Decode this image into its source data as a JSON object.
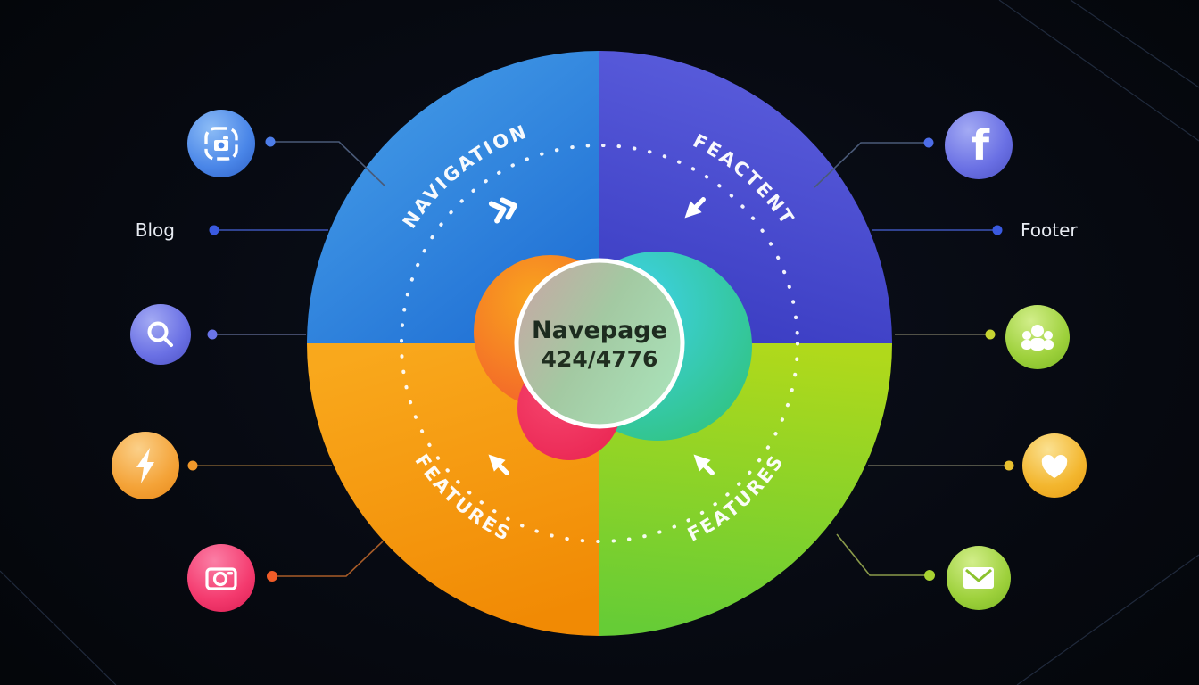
{
  "background": {
    "base_color": "#070a12"
  },
  "center": {
    "title": "Navepage",
    "subtitle": "424/4776",
    "ring_color": "#ffffff"
  },
  "wheel": {
    "quadrants": [
      {
        "id": "top-left",
        "label": "NAVIGATION",
        "color": "#2b7de0",
        "arrow": "double-chevron-right"
      },
      {
        "id": "top-right",
        "label": "FEACTENT",
        "color": "#4345c8",
        "arrow": "arrow-down-left"
      },
      {
        "id": "bottom-left",
        "label": "FEATURES",
        "color": "#f5930c",
        "arrow": "arrow-up-left"
      },
      {
        "id": "bottom-right",
        "label": "FEATURES",
        "color": "#8ed32b",
        "arrow": "arrow-up-left"
      }
    ],
    "dotted_ring_color": "#ffffff"
  },
  "left_column": {
    "label": "Blog",
    "icons": [
      {
        "name": "photo-app",
        "color": "#4a86e8"
      },
      {
        "name": "search",
        "color": "#6a70e4"
      },
      {
        "name": "lightning",
        "color": "#f49b2a"
      },
      {
        "name": "camera",
        "color": "#f43a6e"
      }
    ]
  },
  "right_column": {
    "label": "Footer",
    "icons": [
      {
        "name": "facebook",
        "color": "#6b72e2",
        "glyph": "f"
      },
      {
        "name": "users",
        "color": "#9ed13c"
      },
      {
        "name": "heart",
        "color": "#f3b62e"
      },
      {
        "name": "mail",
        "color": "#a8d63a"
      }
    ]
  }
}
